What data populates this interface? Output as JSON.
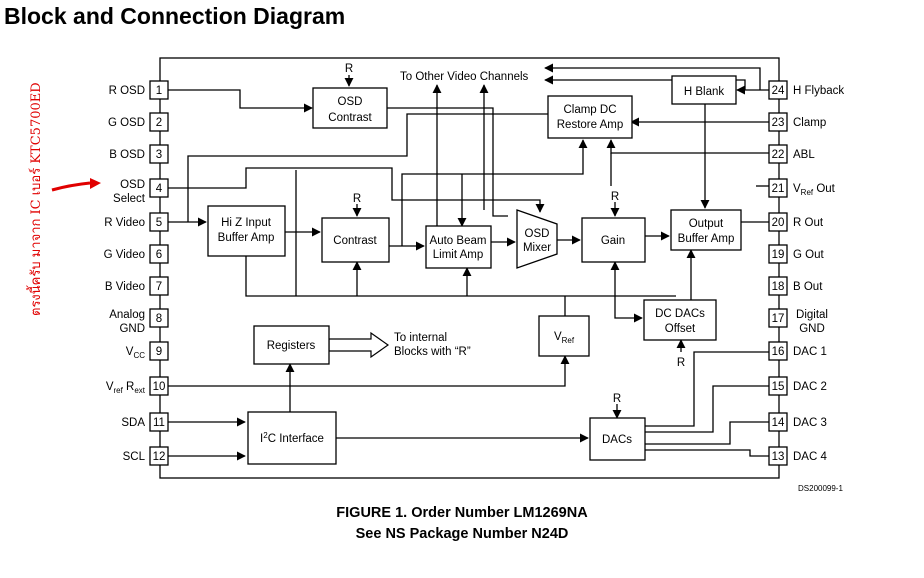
{
  "title": "Block and Connection Diagram",
  "caption": {
    "line1": "FIGURE 1. Order Number LM1269NA",
    "line2": "See NS Package Number N24D"
  },
  "doc_code": "DS200099-1",
  "annotation": {
    "text": "ตรงนี้ครับ มาจาก IC เบอร์ KTC5700ED",
    "color": "#e00000"
  },
  "left_pins": [
    {
      "num": "1",
      "label": "R OSD"
    },
    {
      "num": "2",
      "label": "G OSD"
    },
    {
      "num": "3",
      "label": "B OSD"
    },
    {
      "num": "4",
      "label": [
        "OSD",
        "Select"
      ]
    },
    {
      "num": "5",
      "label": "R Video"
    },
    {
      "num": "6",
      "label": "G Video"
    },
    {
      "num": "7",
      "label": "B Video"
    },
    {
      "num": "8",
      "label": [
        "Analog",
        "GND"
      ]
    },
    {
      "num": "9",
      "label": "VCC"
    },
    {
      "num": "10",
      "label": "Vref Rext"
    },
    {
      "num": "11",
      "label": "SDA"
    },
    {
      "num": "12",
      "label": "SCL"
    }
  ],
  "right_pins": [
    {
      "num": "24",
      "label": "H Flyback"
    },
    {
      "num": "23",
      "label": "Clamp"
    },
    {
      "num": "22",
      "label": "ABL"
    },
    {
      "num": "21",
      "label": "VRef Out"
    },
    {
      "num": "20",
      "label": "R Out"
    },
    {
      "num": "19",
      "label": "G Out"
    },
    {
      "num": "18",
      "label": "B Out"
    },
    {
      "num": "17",
      "label": [
        "Digital",
        "GND"
      ]
    },
    {
      "num": "16",
      "label": "DAC 1"
    },
    {
      "num": "15",
      "label": "DAC 2"
    },
    {
      "num": "14",
      "label": "DAC 3"
    },
    {
      "num": "13",
      "label": "DAC 4"
    }
  ],
  "blocks": {
    "osd_contrast": [
      "OSD",
      "Contrast"
    ],
    "clamp_dc": [
      "Clamp DC",
      "Restore Amp"
    ],
    "h_blank": "H Blank",
    "hiz": [
      "Hi Z Input",
      "Buffer Amp"
    ],
    "contrast": "Contrast",
    "auto_beam": [
      "Auto Beam",
      "Limit Amp"
    ],
    "osd_mixer": [
      "OSD",
      "Mixer"
    ],
    "gain": "Gain",
    "output_buffer": [
      "Output",
      "Buffer Amp"
    ],
    "dc_dacs": [
      "DC DACs",
      "Offset"
    ],
    "registers": "Registers",
    "vref": "VRef",
    "i2c": "I2C Interface",
    "dacs": "DACs"
  },
  "labels": {
    "r": "R",
    "to_other": "To Other Video Channels",
    "to_internal": [
      "To internal",
      "Blocks with “R”"
    ]
  }
}
